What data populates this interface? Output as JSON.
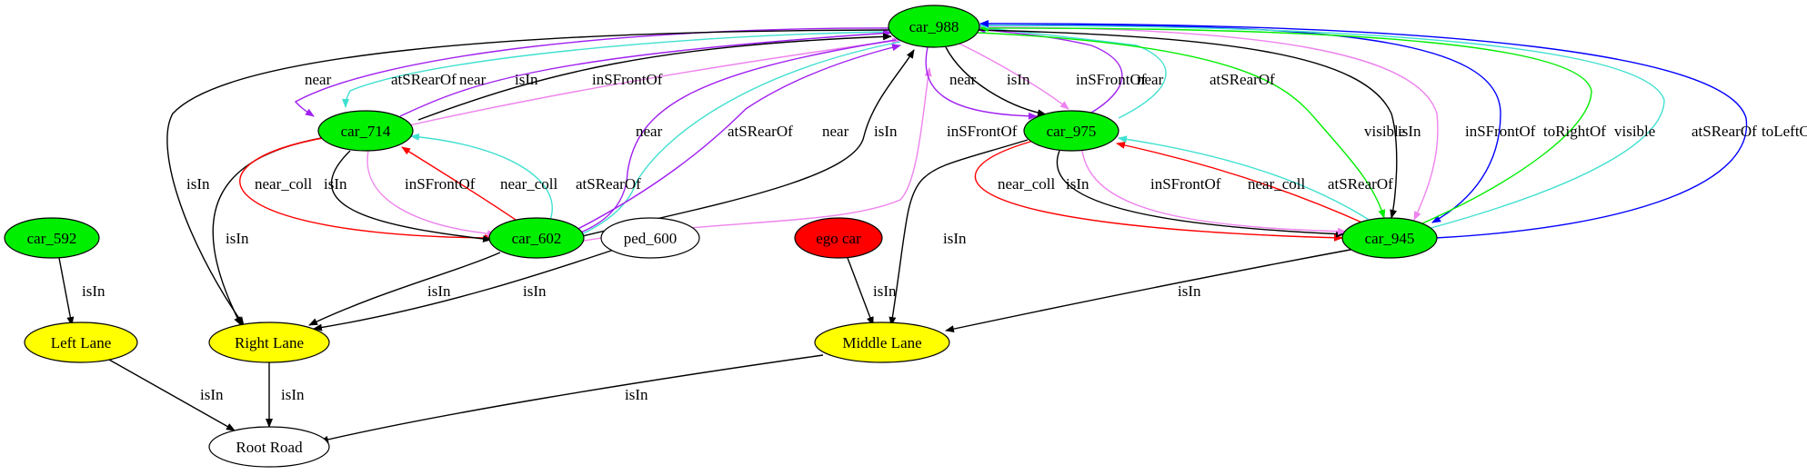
{
  "nodes": [
    {
      "id": "car_988",
      "label": "car_988",
      "fill": "#00ee00"
    },
    {
      "id": "car_714",
      "label": "car_714",
      "fill": "#00ee00"
    },
    {
      "id": "car_975",
      "label": "car_975",
      "fill": "#00ee00"
    },
    {
      "id": "car_592",
      "label": "car_592",
      "fill": "#00ee00"
    },
    {
      "id": "car_602",
      "label": "car_602",
      "fill": "#00ee00"
    },
    {
      "id": "ped_600",
      "label": "ped_600",
      "fill": "#ffffff"
    },
    {
      "id": "ego_car",
      "label": "ego car",
      "fill": "#ff0000"
    },
    {
      "id": "car_945",
      "label": "car_945",
      "fill": "#00ee00"
    },
    {
      "id": "left_lane",
      "label": "Left Lane",
      "fill": "#ffff00"
    },
    {
      "id": "right_lane",
      "label": "Right Lane",
      "fill": "#ffff00"
    },
    {
      "id": "middle_lane",
      "label": "Middle Lane",
      "fill": "#ffff00"
    },
    {
      "id": "root_road",
      "label": "Root Road",
      "fill": "#ffffff"
    }
  ],
  "edges": [
    {
      "id": "e01",
      "from": "car_988",
      "to": "car_714",
      "label": "near",
      "color": "#a020f0"
    },
    {
      "id": "e02",
      "from": "car_988",
      "to": "car_714",
      "label": "atSRearOf",
      "color": "#40e0d0"
    },
    {
      "id": "e03",
      "from": "car_714",
      "to": "car_988",
      "label": "near",
      "color": "#a020f0"
    },
    {
      "id": "e04",
      "from": "car_714",
      "to": "car_988",
      "label": "isIn",
      "color": "#000000"
    },
    {
      "id": "e05",
      "from": "car_714",
      "to": "car_988",
      "label": "inSFrontOf",
      "color": "#ee82ee"
    },
    {
      "id": "e06",
      "from": "car_988",
      "to": "right_lane",
      "label": "isIn",
      "color": "#000000"
    },
    {
      "id": "e07",
      "from": "car_988",
      "to": "car_602",
      "label": "near",
      "color": "#a020f0"
    },
    {
      "id": "e08",
      "from": "car_988",
      "to": "car_602",
      "label": "atSRearOf",
      "color": "#40e0d0"
    },
    {
      "id": "e09",
      "from": "car_602",
      "to": "car_988",
      "label": "near",
      "color": "#a020f0"
    },
    {
      "id": "e10",
      "from": "car_602",
      "to": "car_988",
      "label": "isIn",
      "color": "#000000"
    },
    {
      "id": "e11",
      "from": "car_602",
      "to": "car_988",
      "label": "inSFrontOf",
      "color": "#ee82ee"
    },
    {
      "id": "e12",
      "from": "car_988",
      "to": "car_975",
      "label": "near",
      "color": "#a020f0"
    },
    {
      "id": "e13",
      "from": "car_988",
      "to": "car_975",
      "label": "isIn",
      "color": "#000000"
    },
    {
      "id": "e14",
      "from": "car_988",
      "to": "car_975",
      "label": "inSFrontOf",
      "color": "#ee82ee"
    },
    {
      "id": "e15",
      "from": "car_975",
      "to": "car_988",
      "label": "near",
      "color": "#a020f0"
    },
    {
      "id": "e16",
      "from": "car_975",
      "to": "car_988",
      "label": "atSRearOf",
      "color": "#40e0d0"
    },
    {
      "id": "e17",
      "from": "car_988",
      "to": "car_945",
      "label": "visible",
      "color": "#00ee00"
    },
    {
      "id": "e18",
      "from": "car_988",
      "to": "car_945",
      "label": "isIn",
      "color": "#000000"
    },
    {
      "id": "e19",
      "from": "car_988",
      "to": "car_945",
      "label": "inSFrontOf",
      "color": "#ee82ee"
    },
    {
      "id": "e20",
      "from": "car_988",
      "to": "car_945",
      "label": "toRightOf",
      "color": "#0000ff"
    },
    {
      "id": "e21",
      "from": "car_945",
      "to": "car_988",
      "label": "visible",
      "color": "#00ee00"
    },
    {
      "id": "e22",
      "from": "car_945",
      "to": "car_988",
      "label": "atSRearOf",
      "color": "#40e0d0"
    },
    {
      "id": "e23",
      "from": "car_945",
      "to": "car_988",
      "label": "toLeftOf",
      "color": "#0000ff"
    },
    {
      "id": "e24",
      "from": "car_714",
      "to": "right_lane",
      "label": "isIn",
      "color": "#000000"
    },
    {
      "id": "e25",
      "from": "car_714",
      "to": "car_602",
      "label": "near_coll",
      "color": "#ff0000"
    },
    {
      "id": "e26",
      "from": "car_714",
      "to": "car_602",
      "label": "isIn",
      "color": "#000000"
    },
    {
      "id": "e27",
      "from": "car_714",
      "to": "car_602",
      "label": "inSFrontOf",
      "color": "#ee82ee"
    },
    {
      "id": "e28",
      "from": "car_602",
      "to": "car_714",
      "label": "near_coll",
      "color": "#ff0000"
    },
    {
      "id": "e29",
      "from": "car_602",
      "to": "car_714",
      "label": "atSRearOf",
      "color": "#40e0d0"
    },
    {
      "id": "e30",
      "from": "car_975",
      "to": "middle_lane",
      "label": "isIn",
      "color": "#000000"
    },
    {
      "id": "e31",
      "from": "car_975",
      "to": "car_945",
      "label": "near_coll",
      "color": "#ff0000"
    },
    {
      "id": "e32",
      "from": "car_975",
      "to": "car_945",
      "label": "isIn",
      "color": "#000000"
    },
    {
      "id": "e33",
      "from": "car_975",
      "to": "car_945",
      "label": "inSFrontOf",
      "color": "#ee82ee"
    },
    {
      "id": "e34",
      "from": "car_945",
      "to": "car_975",
      "label": "near_coll",
      "color": "#ff0000"
    },
    {
      "id": "e35",
      "from": "car_945",
      "to": "car_975",
      "label": "atSRearOf",
      "color": "#40e0d0"
    },
    {
      "id": "e36",
      "from": "car_592",
      "to": "left_lane",
      "label": "isIn",
      "color": "#000000"
    },
    {
      "id": "e37",
      "from": "car_602",
      "to": "right_lane",
      "label": "isIn",
      "color": "#000000"
    },
    {
      "id": "e38",
      "from": "ped_600",
      "to": "right_lane",
      "label": "isIn",
      "color": "#000000"
    },
    {
      "id": "e39",
      "from": "ego_car",
      "to": "middle_lane",
      "label": "isIn",
      "color": "#000000"
    },
    {
      "id": "e40",
      "from": "car_945",
      "to": "middle_lane",
      "label": "isIn",
      "color": "#000000"
    },
    {
      "id": "e41",
      "from": "left_lane",
      "to": "root_road",
      "label": "isIn",
      "color": "#000000"
    },
    {
      "id": "e42",
      "from": "right_lane",
      "to": "root_road",
      "label": "isIn",
      "color": "#000000"
    },
    {
      "id": "e43",
      "from": "middle_lane",
      "to": "root_road",
      "label": "isIn",
      "color": "#000000"
    }
  ]
}
